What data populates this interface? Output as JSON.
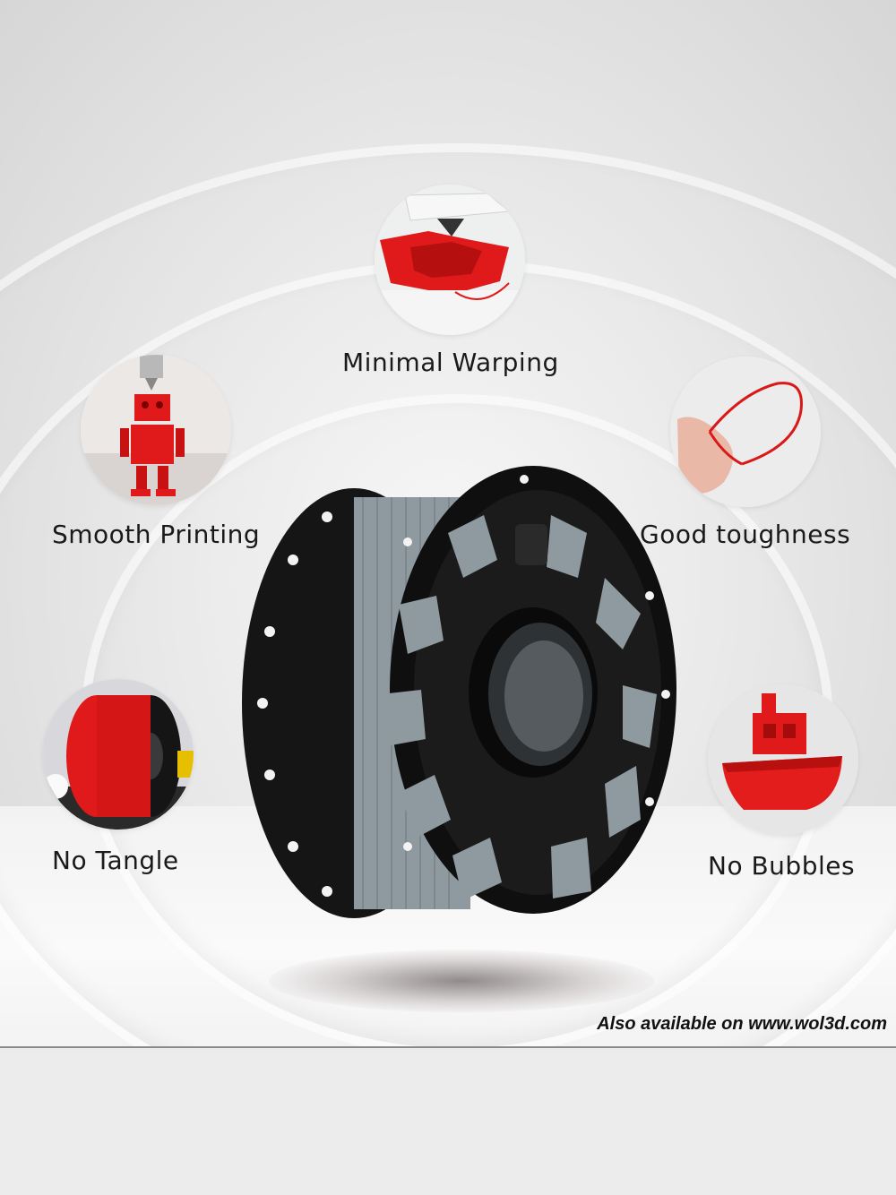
{
  "features": [
    {
      "id": "minimal-warping",
      "label": "Minimal Warping",
      "icon": "warping-print-icon"
    },
    {
      "id": "smooth-printing",
      "label": "Smooth Printing",
      "icon": "robot-print-icon"
    },
    {
      "id": "good-toughness",
      "label": "Good toughness",
      "icon": "filament-loop-icon"
    },
    {
      "id": "no-tangle",
      "label": "No Tangle",
      "icon": "red-spool-icon"
    },
    {
      "id": "no-bubbles",
      "label": "No Bubbles",
      "icon": "benchy-boat-icon"
    }
  ],
  "footer": {
    "availability": "Also available on www.wol3d.com"
  },
  "colors": {
    "accent_red": "#e01a1a",
    "filament_grey": "#8f9aa0",
    "spool_black": "#111111",
    "background": "#e9e9e9"
  }
}
